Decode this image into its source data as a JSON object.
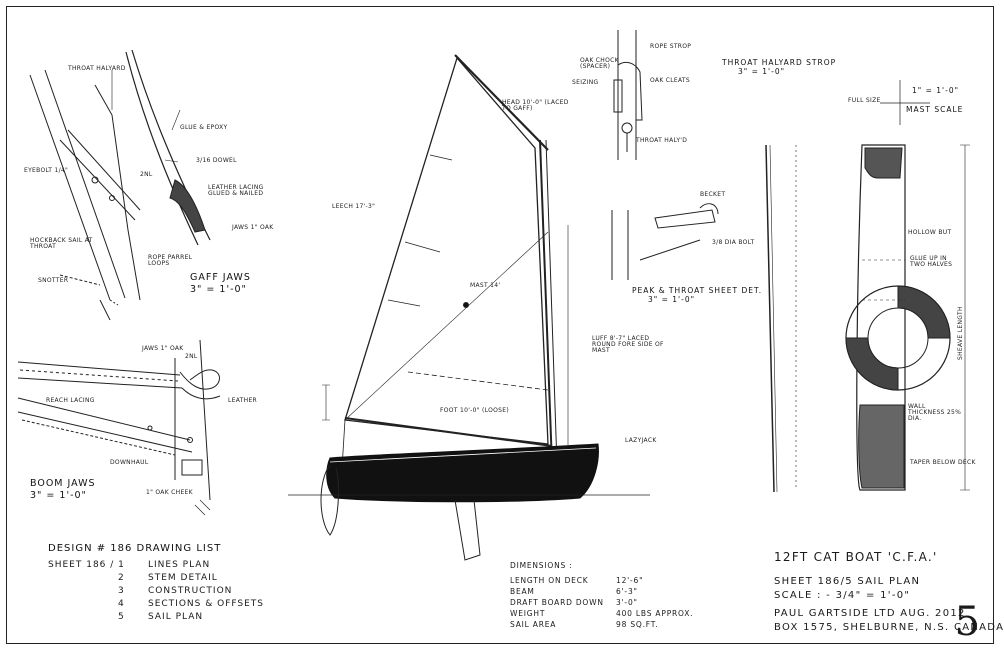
{
  "sheet_number": "5",
  "gaff_detail": {
    "caption_title": "GAFF JAWS",
    "caption_scale": "3\" = 1'-0\"",
    "labels": [
      "THROAT HALYARD",
      "EYEBOLT 1/4\"",
      "HOCKBACK SAIL AT THROAT",
      "GLUE & EPOXY",
      "3/16 DOWEL",
      "2NL",
      "LEATHER LACING GLUED & NAILED",
      "JAWS 1\" OAK",
      "ROPE PARREL LOOPS",
      "SNOTTER"
    ]
  },
  "boom_detail": {
    "caption_title": "BOOM JAWS",
    "caption_scale": "3\" = 1'-0\"",
    "labels": [
      "JAWS 1\" OAK",
      "2NL",
      "LEATHER",
      "REACH LACING",
      "DOWNHAUL",
      "1\" OAK CHEEK"
    ]
  },
  "sail_plan": {
    "labels": [
      "HEAD 10'-0\" (LACED TO GAFF)",
      "LEECH 17'-3\"",
      "FOOT 10'-0\" (LOOSE)",
      "LUFF 8'-7\" LACED ROUND FORE SIDE OF MAST",
      "LAZYJACK",
      "MAST 14'"
    ]
  },
  "halyard_detail": {
    "caption_title": "THROAT HALYARD STROP",
    "caption_scale": "3\" = 1'-0\"",
    "labels": [
      "ROPE STROP",
      "OAK CHOCK (SPACER)",
      "SEIZING",
      "OAK CLEATS",
      "THROAT HALY'D"
    ]
  },
  "sheet_block_detail": {
    "caption_title": "PEAK & THROAT SHEET DET.",
    "caption_scale": "3\" = 1'-0\"",
    "labels": [
      "BECKET",
      "3/8 DIA BOLT"
    ]
  },
  "mast_detail": {
    "caption_title": "MAST SCALE",
    "caption_scale": "1\" = 1'-0\"",
    "labels": [
      "FULL SIZE",
      "GLUE UP IN TWO HALVES",
      "WALL THICKNESS 25% DIA.",
      "HOLLOW BUT",
      "TAPER BELOW DECK",
      "SHEAVE LENGTH"
    ]
  },
  "drawing_list": {
    "title": "DESIGN # 186  DRAWING LIST",
    "items": [
      {
        "sheet": "SHEET 186 / 1",
        "name": "LINES PLAN"
      },
      {
        "sheet": "2",
        "name": "STEM DETAIL"
      },
      {
        "sheet": "3",
        "name": "CONSTRUCTION"
      },
      {
        "sheet": "4",
        "name": "SECTIONS & OFFSETS"
      },
      {
        "sheet": "5",
        "name": "SAIL PLAN"
      }
    ]
  },
  "dimensions": {
    "title": "DIMENSIONS :",
    "rows": [
      {
        "label": "LENGTH ON DECK",
        "value": "12'-6\""
      },
      {
        "label": "BEAM",
        "value": "6'-3\""
      },
      {
        "label": "DRAFT  BOARD DOWN",
        "value": "3'-0\""
      },
      {
        "label": "WEIGHT",
        "value": "400 LBS APPROX."
      },
      {
        "label": "SAIL AREA",
        "value": "98 SQ.FT."
      }
    ]
  },
  "title_block": {
    "title": "12FT  CAT BOAT  'C.F.A.'",
    "sheet": "SHEET 186/5  SAIL PLAN",
    "scale": "SCALE : - 3/4\" = 1'-0\"",
    "designer": "PAUL GARTSIDE LTD  AUG. 2012",
    "address": "BOX 1575, SHELBURNE, N.S. CANADA"
  }
}
